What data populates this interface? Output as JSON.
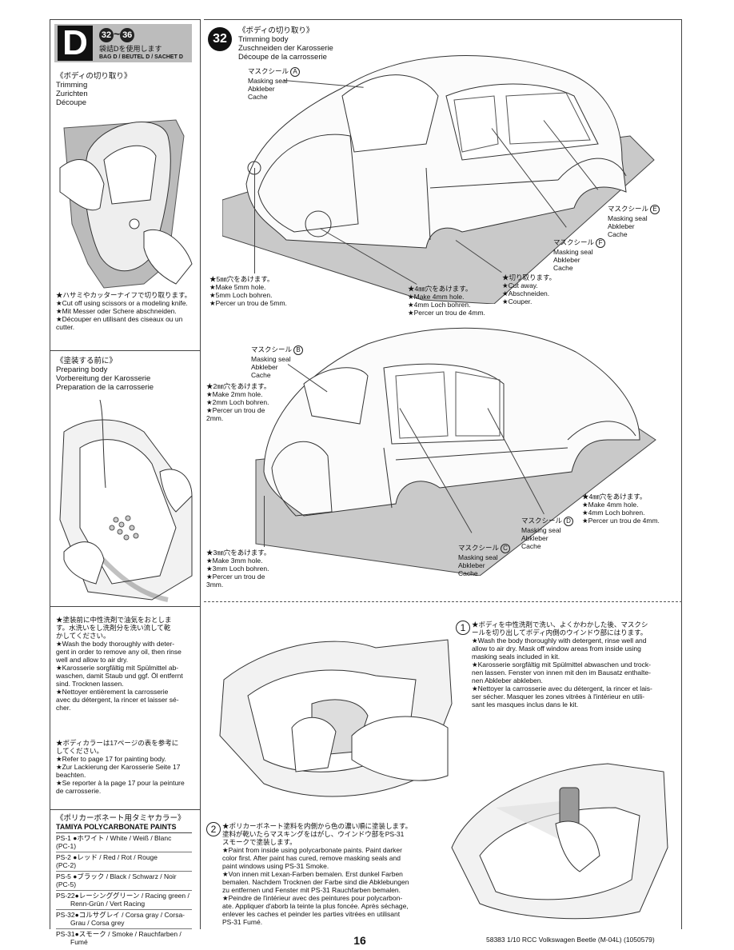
{
  "header": {
    "bag_letter": "D",
    "step_range_start": "32",
    "step_range_sep": "~",
    "step_range_end": "36",
    "bag_jp": "袋詰Dを使用します",
    "bag_label": "BAG D / BEUTEL D / SACHET D"
  },
  "left": {
    "trim": {
      "jp": "《ボディの切り取り》",
      "en": "Trimming",
      "de": "Zurichten",
      "fr": "Découpe"
    },
    "trim_note": [
      "★ハサミやカッターナイフで切り取ります。",
      "★Cut off using scissors or a modeling knife.",
      "★Mit Messer oder Schere abschneiden.",
      "★Découper en utilisant des ciseaux ou un",
      "cutter."
    ],
    "prep": {
      "jp": "《塗装する前に》",
      "en": "Preparing body",
      "de": "Vorbereitung der Karosserie",
      "fr": "Preparation de la carrosserie"
    },
    "wash_note": [
      "★塗装前に中性洗剤で油気をおとしま",
      "す。水洗いをし洗剤分を洗い流して乾",
      "かしてください。",
      "★Wash the body thoroughly with deter-",
      "gent in order to remove any oil, then rinse",
      "well and allow to air dry.",
      "★Karosserie sorgfältig mit Spülmittel ab-",
      "waschen, damit Staub und ggf. Öl entfernt",
      "sind. Trocknen lassen.",
      "★Nettoyer entièrement la carrosserie",
      "avec du détergent, la rincer et laisser sé-",
      "cher."
    ],
    "color_note": [
      "★ボディカラーは17ページの表を参考に",
      "してください。",
      "★Refer to page 17 for painting body.",
      "★Zur Lackierung der Karosserie Seite 17",
      "beachten.",
      "★Se reporter à la page 17 pour la peinture",
      "de carrosserie."
    ],
    "paints_jp": "《ポリカーボネート用タミヤカラー》",
    "paints_en": "TAMIYA POLYCARBONATE PAINTS",
    "paints": [
      {
        "l1": "PS-1 ●ホワイト / White / Weiß / Blanc",
        "l2": "(PC-1)"
      },
      {
        "l1": "PS-2 ●レッド / Red / Rot / Rouge",
        "l2": "(PC-2)"
      },
      {
        "l1": "PS-5 ●ブラック / Black / Schwarz / Noir",
        "l2": "(PC-5)"
      },
      {
        "l1": "PS-22●レーシンググリーン / Racing green /",
        "l2": "Renn-Grün / Vert Racing"
      },
      {
        "l1": "PS-32●コルサグレイ / Corsa gray / Corsa-",
        "l2": "Grau / Corsa grey"
      },
      {
        "l1": "PS-31●スモーク / Smoke / Rauchfarben /",
        "l2": "Fumé"
      }
    ]
  },
  "step32": {
    "number": "32",
    "jp": "《ボディの切り取り》",
    "en": "Trimming body",
    "de": "Zuschneiden der Karosserie",
    "fr": "Découpe de la carrosserie"
  },
  "labels": {
    "mask_a": {
      "jp": "マスクシール",
      "letter": "A",
      "en": "Masking seal",
      "de": "Abkleber",
      "fr": "Cache"
    },
    "mask_b": {
      "jp": "マスクシール",
      "letter": "B",
      "en": "Masking seal",
      "de": "Abkleber",
      "fr": "Cache"
    },
    "mask_c": {
      "jp": "マスクシール",
      "letter": "C",
      "en": "Masking seal",
      "de": "Abkleber",
      "fr": "Cache"
    },
    "mask_d": {
      "jp": "マスクシール",
      "letter": "D",
      "en": "Masking seal",
      "de": "Abkleber",
      "fr": "Cache"
    },
    "mask_e": {
      "jp": "マスクシール",
      "letter": "E",
      "en": "Masking seal",
      "de": "Abkleber",
      "fr": "Cache"
    },
    "mask_f": {
      "jp": "マスクシール",
      "letter": "F",
      "en": "Masking seal",
      "de": "Abkleber",
      "fr": "Cache"
    },
    "hole5": [
      "★5㎜穴をあけます。",
      "★Make 5mm hole.",
      "★5mm Loch bohren.",
      "★Percer un trou de 5mm."
    ],
    "hole4a": [
      "★4㎜穴をあけます。",
      "★Make 4mm hole.",
      "★4mm Loch bohren.",
      "★Percer un trou de 4mm."
    ],
    "cut": [
      "★切り取ります。",
      "★Cut away.",
      "★Abschneiden.",
      "★Couper."
    ],
    "hole2": [
      "★2㎜穴をあけます。",
      "★Make 2mm hole.",
      "★2mm Loch bohren.",
      "★Percer un trou de",
      "2mm."
    ],
    "hole4b": [
      "★4㎜穴をあけます。",
      "★Make 4mm hole.",
      "★4mm Loch bohren.",
      "★Percer un trou de 4mm."
    ],
    "hole3": [
      "★3㎜穴をあけます。",
      "★Make 3mm hole.",
      "★3mm Loch bohren.",
      "★Percer un trou de",
      "3mm."
    ]
  },
  "step1": {
    "num": "1",
    "lines": [
      "★ボディを中性洗剤で洗い、よくかわかした後、マスクシ",
      "ールを切り出してボディ内側のウインドウ部にはります。",
      "★Wash the body thoroughly with detergent, rinse well and",
      "allow to air dry. Mask off window areas from inside using",
      "masking seals included in kit.",
      "★Karosserie sorgfältig mit Spülmittel abwaschen und trock-",
      "nen lassen. Fenster von innen mit den im Bausatz enthalte-",
      "nen Abkleber abkleben.",
      "★Nettoyer la carrosserie avec du détergent, la rincer et lais-",
      "ser sécher. Masquer les zones vitrées à l'intérieur en utili-",
      "sant les masques inclus dans le kit."
    ]
  },
  "step2": {
    "num": "2",
    "lines": [
      "★ポリカーボネート塗料を内側から色の濃い順に塗装します。",
      "塗料が乾いたらマスキングをはがし、ウインドウ部をPS-31",
      "スモークで塗装します。",
      "★Paint from inside using polycarbonate paints. Paint darker",
      "color first. After paint has cured, remove masking seals and",
      "paint windows using PS-31 Smoke.",
      "★Von innen mit Lexan-Farben bemalen. Erst dunkel Farben",
      "bemalen. Nachdem Trocknen der Farbe sind die Abklebungen",
      "zu entfernen und Fenster mit PS-31 Rauchfarben bemalen.",
      "★Peindre de l'intérieur avec des peintures pour polycarbon-",
      "ate. Appliquer d'aborb la teinte la plus foncée. Après séchage,",
      "enlever les caches et peinder les parties vitrées en utilisant",
      "PS-31 Fumé."
    ]
  },
  "footer": {
    "page": "16",
    "ref": "58383 1/10 RCC Volkswagen Beetle (M-04L) (1050579)"
  }
}
